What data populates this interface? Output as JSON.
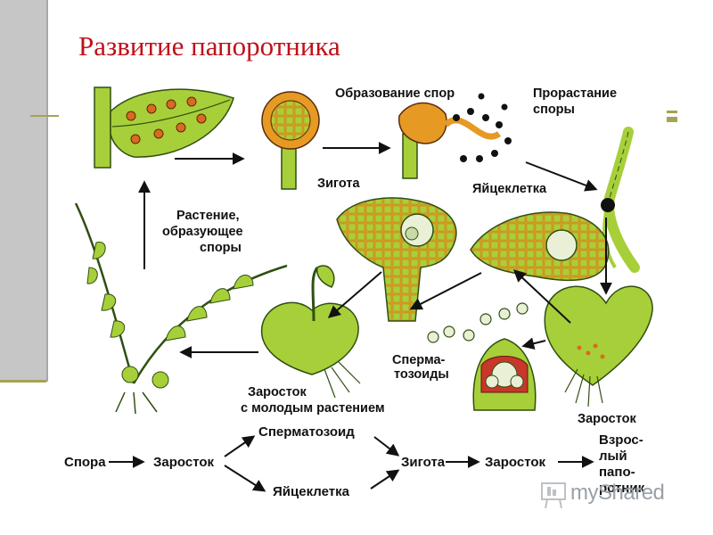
{
  "slide": {
    "title": "Развитие папоротника"
  },
  "labels": {
    "spore_formation": "Образование спор",
    "spore_germination_1": "Прорастание",
    "spore_germination_2": "споры",
    "zygote": "Зигота",
    "egg_cell": "Яйцеклетка",
    "plant_1": "Растение,",
    "plant_2": "образующее",
    "plant_3": "споры",
    "sperm_1": "Сперма-",
    "sperm_2": "тозоиды",
    "prothallus_young_1": "Заросток",
    "prothallus_young_2": "с молодым растением",
    "prothallus": "Заросток"
  },
  "flow": {
    "spore": "Спора",
    "prothallus_1": "Заросток",
    "spermatozoid": "Спермaтозоид",
    "egg": "Яйцеклетка",
    "zygote": "Зигота",
    "prothallus_2": "Заросток",
    "adult_1": "Взрос-",
    "adult_2": "лый",
    "adult_3": "папо-",
    "adult_4": "ротник"
  },
  "watermark": {
    "text": "myShared"
  },
  "colors": {
    "title": "#c0101a",
    "plant_green": "#a7cf3a",
    "dark_green": "#3f6b1a",
    "orange": "#e69a24",
    "accent_rule": "#a7a255",
    "sidebar": "#c6c6c6"
  }
}
